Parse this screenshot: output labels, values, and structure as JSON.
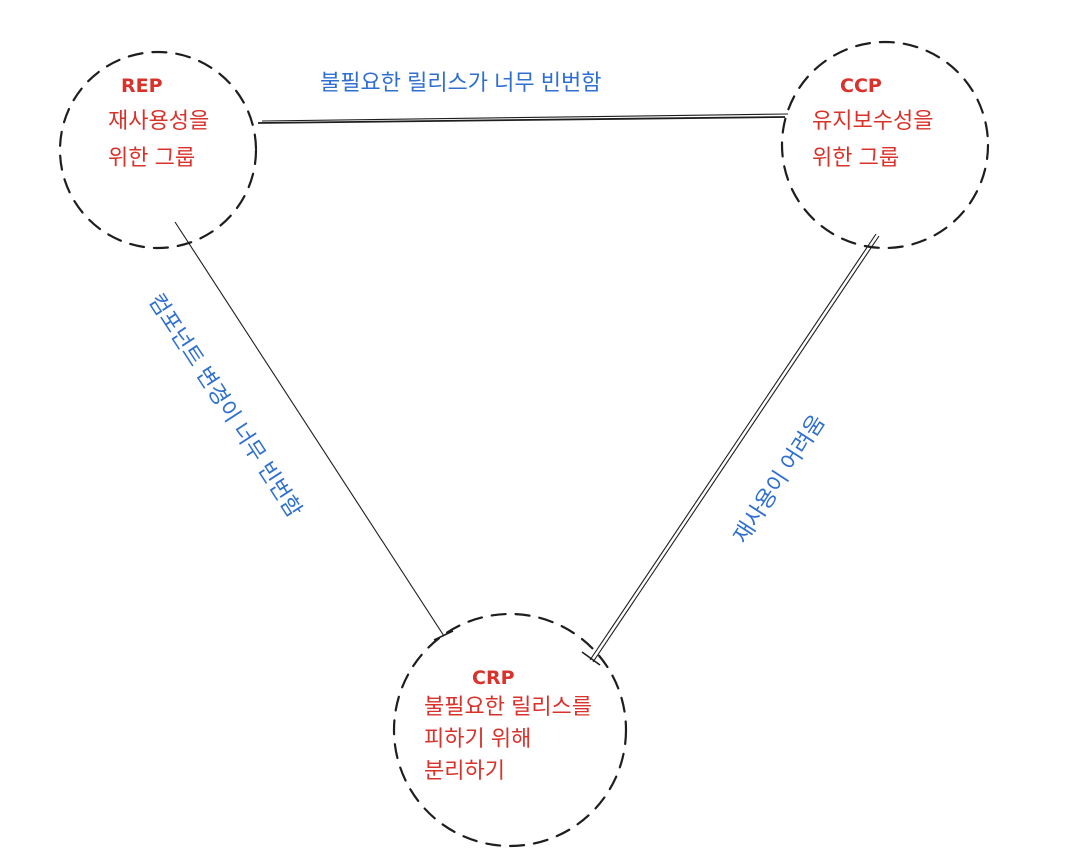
{
  "nodes": {
    "rep": {
      "abbr": "REP",
      "line1": "재사용성을",
      "line2": "위한 그룹"
    },
    "ccp": {
      "abbr": "CCP",
      "line1": "유지보수성을",
      "line2": "위한 그룹"
    },
    "crp": {
      "abbr": "CRP",
      "line1": "불필요한 릴리스를",
      "line2": "피하기 위해",
      "line3": "분리하기"
    }
  },
  "edges": {
    "rep_ccp": "불필요한 릴리스가 너무 빈번함",
    "rep_crp": "컴포넌트 변경이 너무 빈번함",
    "ccp_crp": "재사용이 어려움"
  },
  "colors": {
    "node_text": "#d9322b",
    "edge_text": "#2f6fd0",
    "stroke": "#1e1e1e",
    "background": "#ffffff"
  }
}
